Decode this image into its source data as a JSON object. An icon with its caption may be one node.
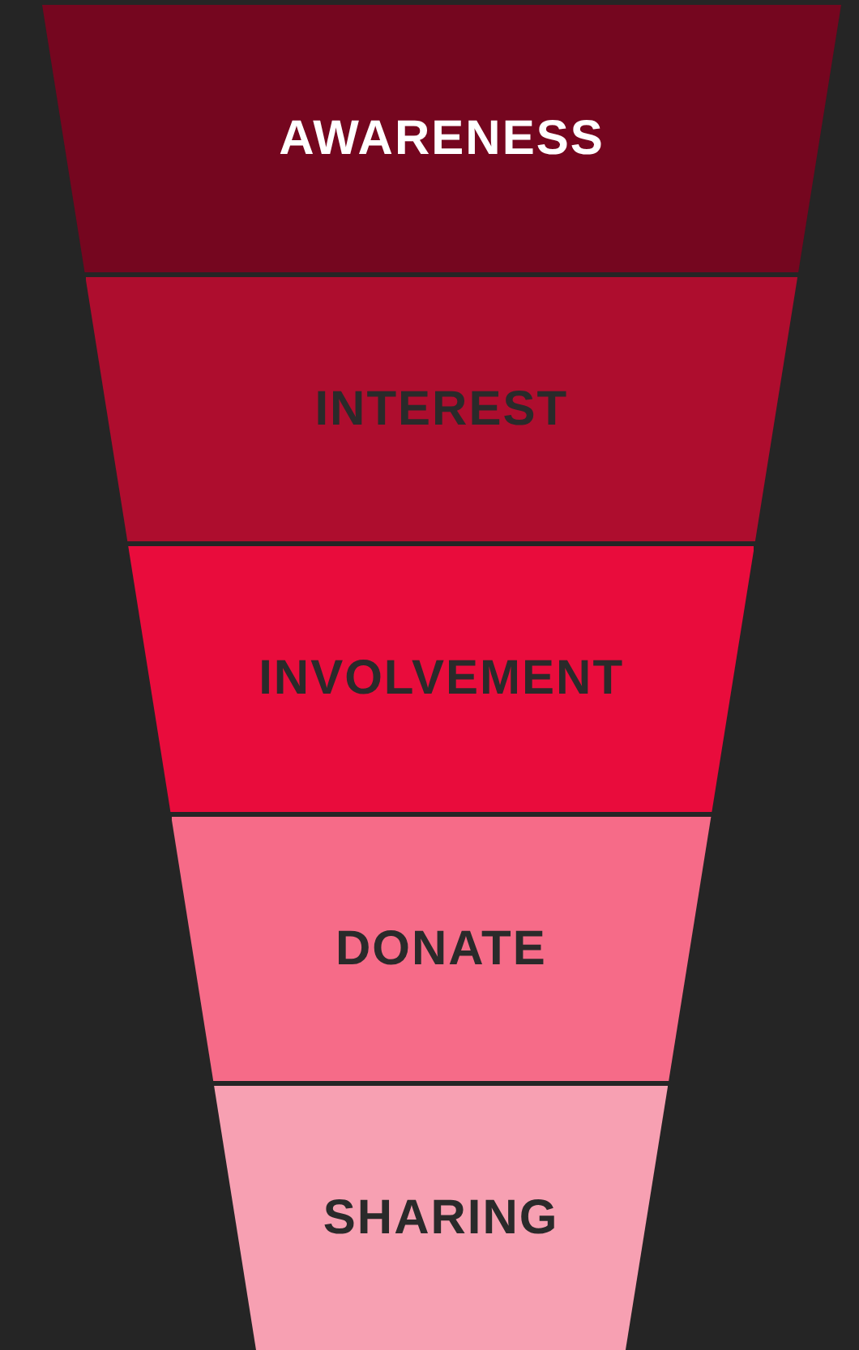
{
  "diagram": {
    "nodes": [
      {
        "text": [
          "AWARENESS"
        ]
      },
      {
        "text": [
          "INTEREST"
        ]
      },
      {
        "text": [
          "INVOLVEMENT"
        ]
      },
      {
        "text": [
          "DONATE"
        ]
      },
      {
        "text": [
          "SHARING"
        ]
      }
    ]
  }
}
